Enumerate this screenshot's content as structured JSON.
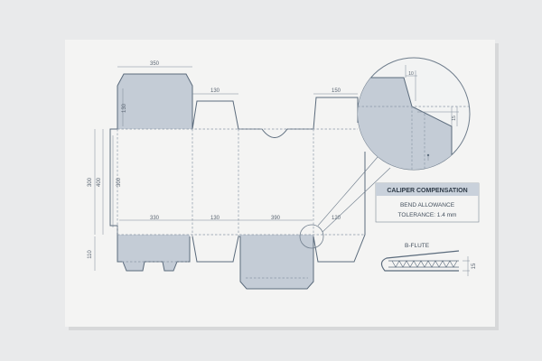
{
  "dimensions": {
    "top_tuck_width": "350",
    "left_dust_flap_width": "130",
    "right_dust_flap_width": "150",
    "tuck_flap_height": "130",
    "total_height": "300",
    "side_height_outer": "400",
    "side_height_inner": "300",
    "panel_front": "330",
    "panel_side_1": "130",
    "panel_back": "390",
    "panel_side_2": "120",
    "bottom_flap_height": "110",
    "detail_top": "10",
    "detail_right": "15"
  },
  "callout": {
    "title": "CALIPER COMPENSATION",
    "line1": "BEND ALLOWANCE",
    "line2": "TOLERANCE: 1.4 mm"
  },
  "flute": {
    "label": "B-FLUTE",
    "thickness": "15"
  },
  "colors": {
    "sheet": "#f4f4f3",
    "background": "#e9eaeb",
    "panel_fill": "#c4ccd6",
    "line": "#5b6b7c",
    "callout_header": "#c9d1db"
  }
}
